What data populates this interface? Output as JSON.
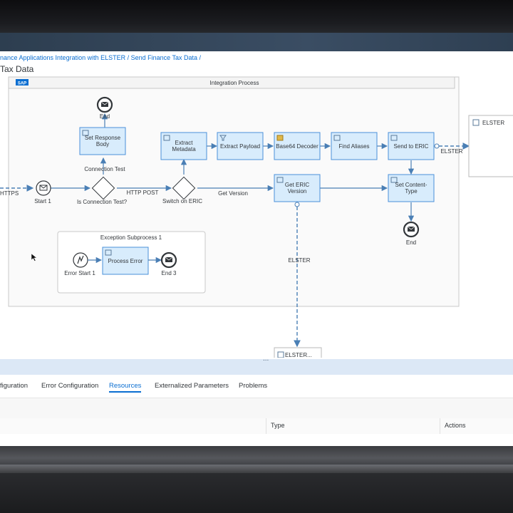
{
  "header": {
    "breadcrumb": "nance Applications Integration with ELSTER / Send Finance Tax Data /",
    "title": "Tax Data"
  },
  "process": {
    "title": "Integration Process",
    "sap_logo": "SAP",
    "tasks": {
      "set_response_body": "Set Response Body",
      "extract_metadata": "Extract Metadata",
      "extract_payload": "Extract Payload",
      "base64_decoder": "Base64 Decoder",
      "find_aliases": "Find Aliases",
      "send_to_eric": "Send to ERIC",
      "get_eric_version": "Get ERIC Version",
      "set_content_type": "Set Content-Type"
    },
    "events": {
      "start1": "Start 1",
      "end_top": "End",
      "end_right": "End"
    },
    "gateways": {
      "is_connection_test": "Is Connection Test?",
      "switch_on_eric": "Switch on ERIC"
    },
    "flows": {
      "https": "HTTPS",
      "connection_test": "Connection Test",
      "http_post": "HTTP POST",
      "get_version": "Get Version",
      "elster_right": "ELSTER",
      "elster_down": "ELSTER"
    },
    "subprocess": {
      "title": "Exception Subprocess 1",
      "error_start": "Error Start 1",
      "process_error": "Process Error",
      "end3": "End 3"
    },
    "participants": {
      "elster_right": "ELSTER",
      "elster_bottom": "ELSTER..."
    },
    "collapse_handle": "..."
  },
  "tabs": [
    "figuration",
    "Error Configuration",
    "Resources",
    "Externalized Parameters",
    "Problems"
  ],
  "active_tab": "Resources",
  "table": {
    "columns": [
      "",
      "Type",
      "Actions"
    ]
  },
  "colors": {
    "accent": "#0a6ed1",
    "task_fill": "#d8ecfc",
    "task_stroke": "#4a90d9",
    "flow": "#4a7fb5"
  }
}
